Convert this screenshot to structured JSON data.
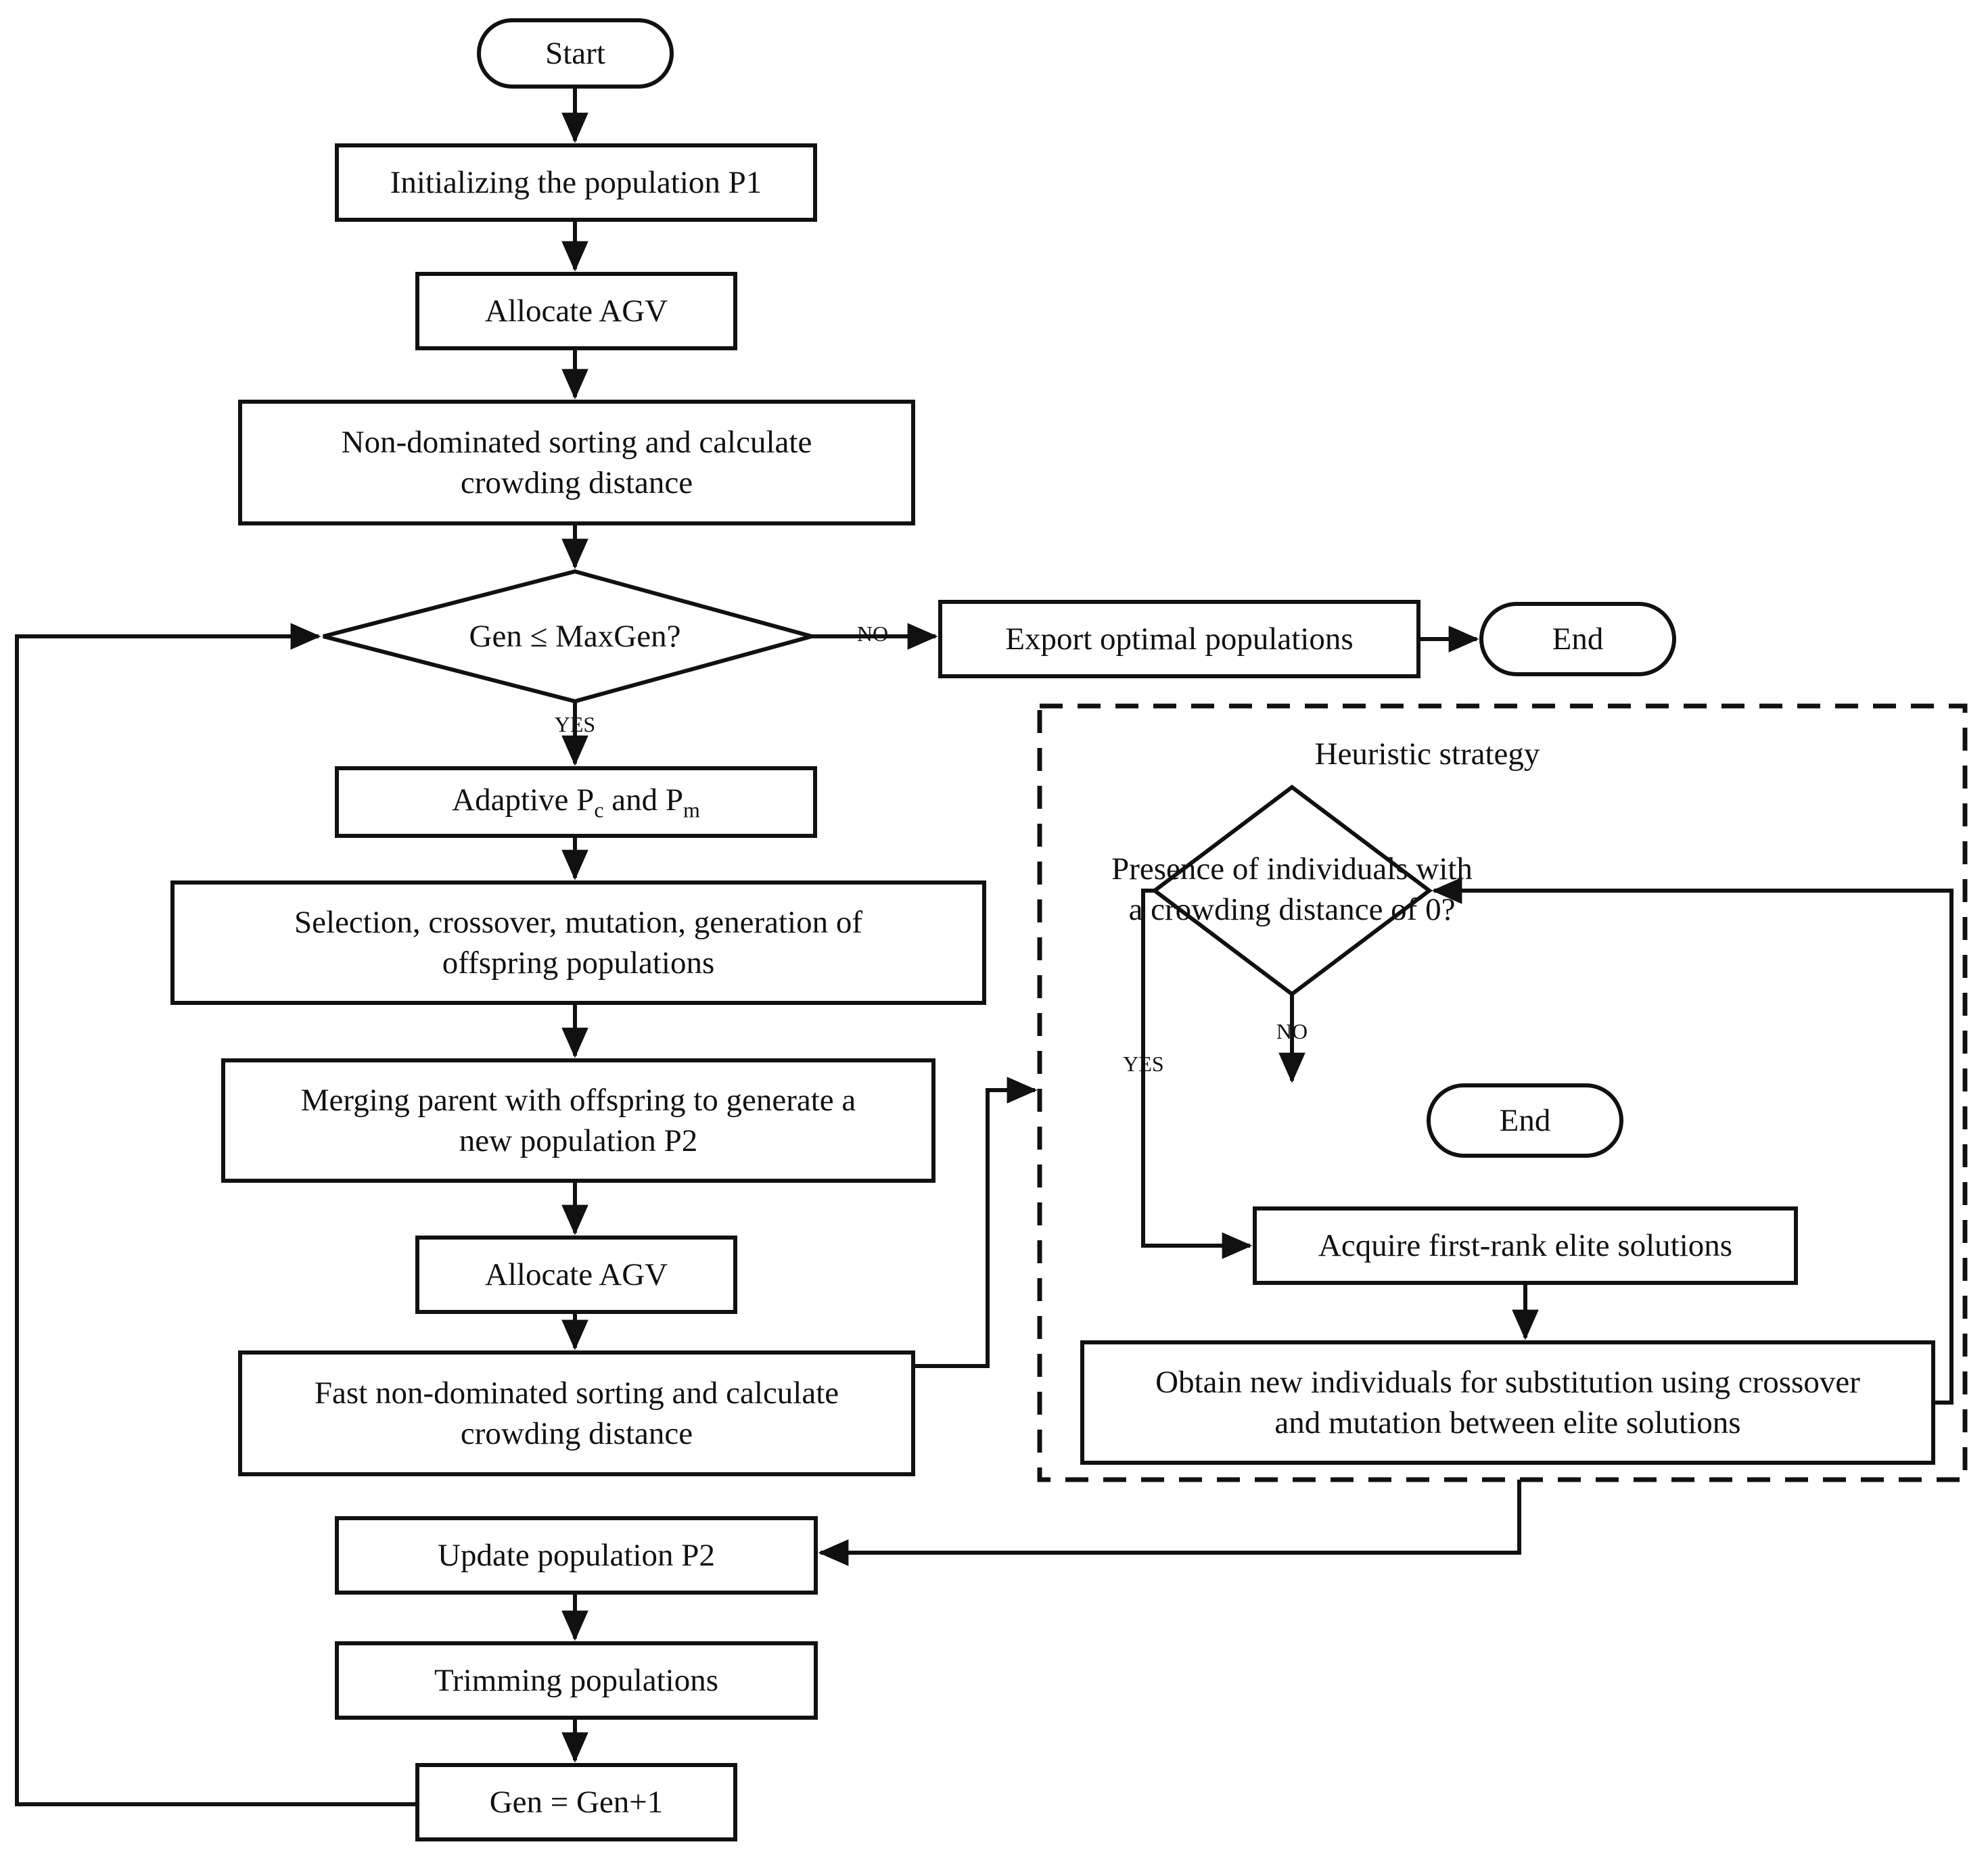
{
  "diagram": {
    "type": "flowchart",
    "title_text": "Heuristic strategy",
    "colors": {
      "stroke": "#111111",
      "fill": "#ffffff",
      "text": "#111111"
    },
    "nodes": {
      "start": {
        "label": "Start",
        "shape": "terminator"
      },
      "init_population": {
        "label": "Initializing the population P1",
        "shape": "process"
      },
      "allocate_agv_1": {
        "label": "Allocate AGV",
        "shape": "process"
      },
      "nondominated_sort_1": {
        "label": "Non-dominated sorting and calculate\ncrowding distance",
        "shape": "process"
      },
      "gen_check": {
        "label": "Gen ≤ MaxGen?",
        "shape": "decision"
      },
      "export_populations": {
        "label": "Export optimal populations",
        "shape": "process"
      },
      "end_main": {
        "label": "End",
        "shape": "terminator"
      },
      "adaptive_pc_pm": {
        "label_prefix": "Adaptive P",
        "label_sub1": "c",
        "label_mid": " and P",
        "label_sub2": "m",
        "shape": "process"
      },
      "selection_crossover": {
        "label": "Selection, crossover, mutation, generation of\noffspring populations",
        "shape": "process"
      },
      "merging_parent": {
        "label": "Merging parent with offspring to generate a\nnew population P2",
        "shape": "process"
      },
      "allocate_agv_2": {
        "label": "Allocate AGV",
        "shape": "process"
      },
      "fast_nondominated_sort": {
        "label": "Fast non-dominated sorting and calculate\ncrowding distance",
        "shape": "process"
      },
      "update_population": {
        "label": "Update population P2",
        "shape": "process"
      },
      "trimming_populations": {
        "label": "Trimming populations",
        "shape": "process"
      },
      "gen_increment": {
        "label": "Gen = Gen+1",
        "shape": "process"
      },
      "heuristic_title": {
        "label": "Heuristic strategy",
        "shape": "label"
      },
      "crowding_zero_check": {
        "label": "Presence of individuals with\na crowding distance of 0?",
        "shape": "decision"
      },
      "end_heuristic": {
        "label": "End",
        "shape": "terminator"
      },
      "acquire_elite": {
        "label": "Acquire first-rank elite solutions",
        "shape": "process"
      },
      "obtain_new_individuals": {
        "label": "Obtain new individuals for substitution using crossover\nand mutation between elite solutions",
        "shape": "process"
      }
    },
    "edge_labels": {
      "gen_check_no": "NO",
      "gen_check_yes": "YES",
      "crowding_no": "NO",
      "crowding_yes": "YES"
    }
  }
}
